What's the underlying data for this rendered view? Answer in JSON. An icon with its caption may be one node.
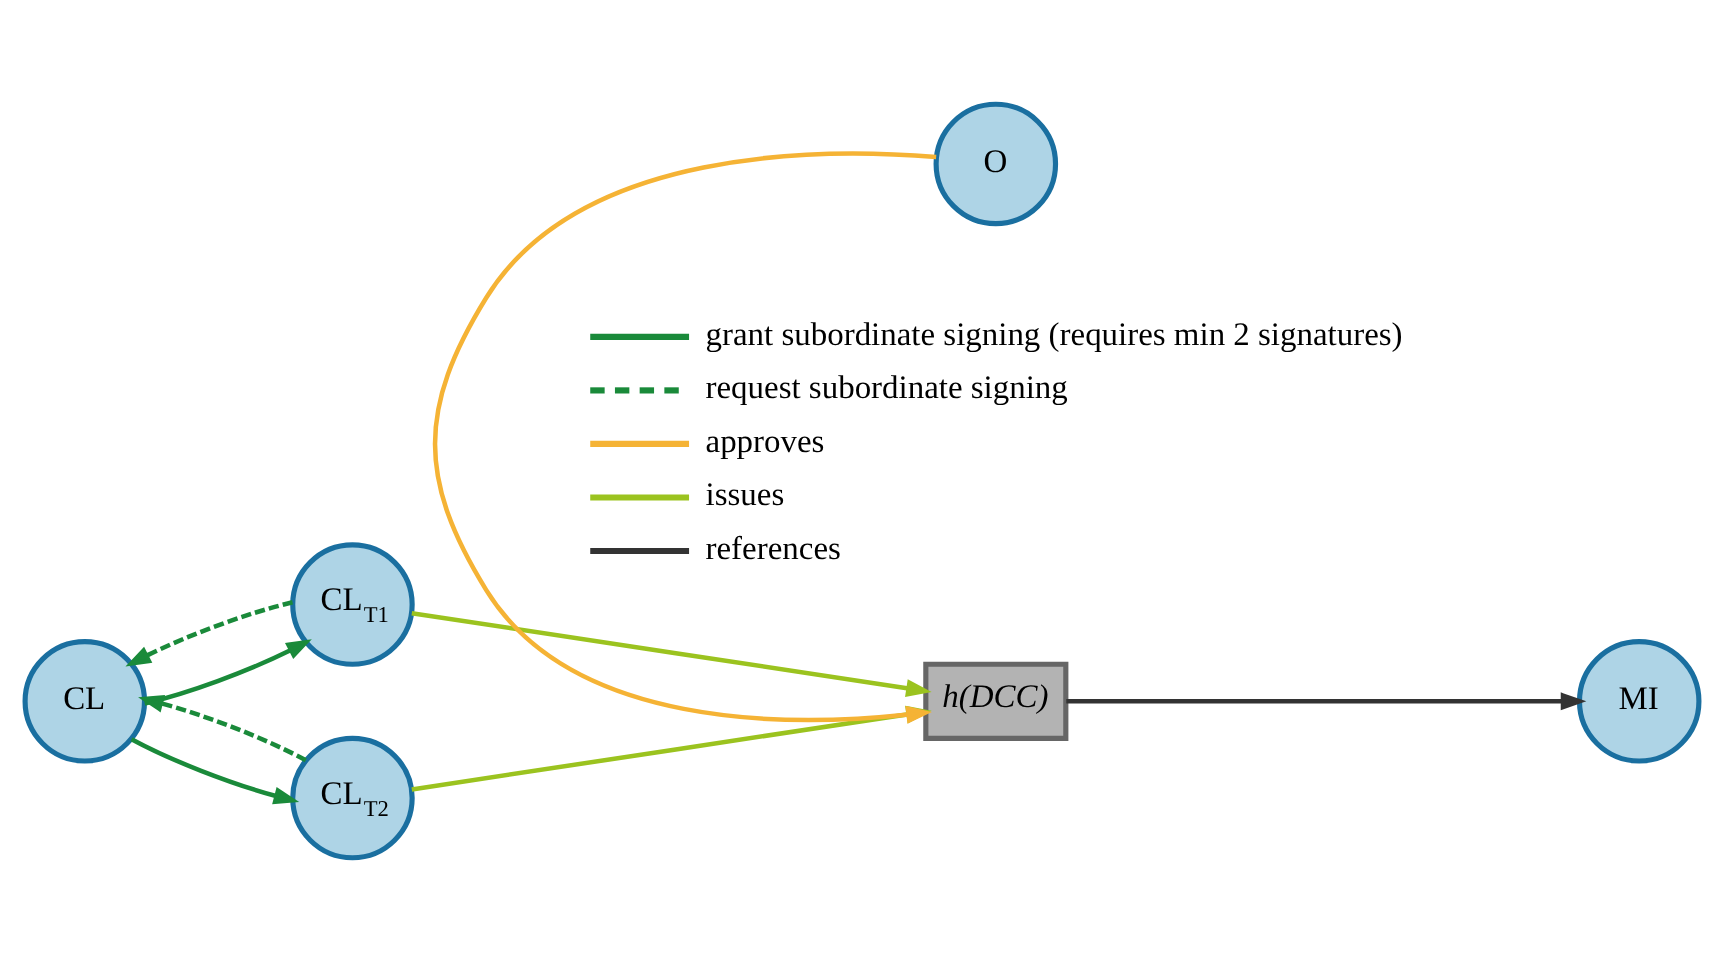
{
  "diagram": {
    "nodes": [
      {
        "text": [
          "CL"
        ]
      },
      {
        "text": [
          "CL$_{T1}$"
        ]
      },
      {
        "text": [
          "CL$_{T2}$"
        ]
      },
      {
        "text": [
          "h(DCC)"
        ]
      },
      {
        "text": [
          "MI"
        ]
      },
      {
        "text": [
          "O"
        ]
      }
    ],
    "edges": [
      {
        "from": 0,
        "to": 1,
        "arrow": "to",
        "color": "#1a8a3a"
      },
      {
        "from": 1,
        "to": 0,
        "arrow": "to",
        "style": "dashed",
        "color": "#1a8a3a"
      },
      {
        "from": 2,
        "to": 0,
        "arrow": "to",
        "style": "dashed",
        "color": "#1a8a3a"
      },
      {
        "from": 0,
        "to": 2,
        "arrow": "to",
        "color": "#1a8a3a"
      },
      {
        "from": 1,
        "to": 3,
        "arrow": "to",
        "color": "#9bc31f"
      },
      {
        "from": 2,
        "to": 3,
        "arrow": "to",
        "color": "#9bc31f"
      },
      {
        "from": 3,
        "to": 4,
        "arrow": "to"
      },
      {
        "from": 5,
        "to": 3,
        "arrow": "to",
        "color": "#f5b335"
      }
    ],
    "legend": [
      {
        "text": "grant subordinate signing (requires min 2 signatures)"
      },
      {
        "text": "request subordinate signing"
      },
      {
        "text": "approves"
      },
      {
        "text": "issues"
      },
      {
        "text": "references"
      }
    ]
  }
}
